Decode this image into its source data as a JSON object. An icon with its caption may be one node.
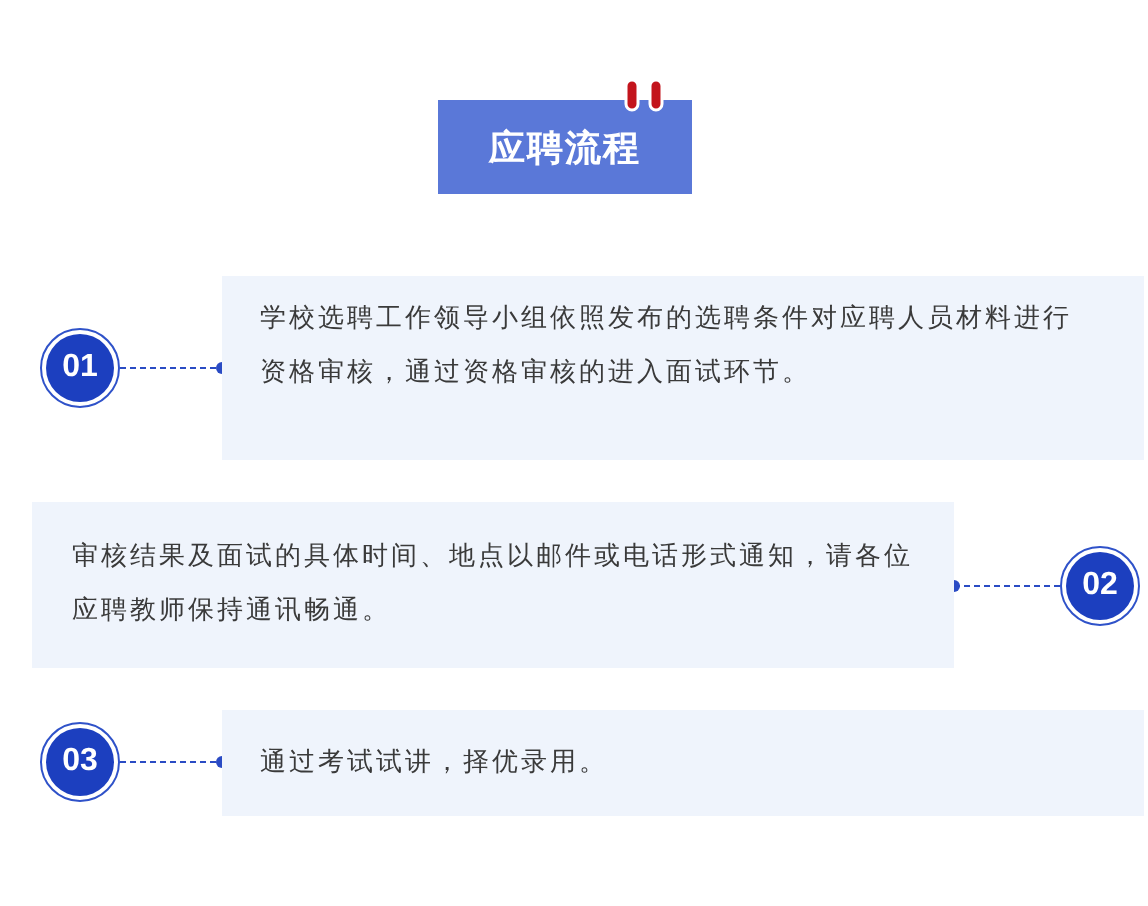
{
  "diagram": {
    "title": "应聘流程",
    "nodes": [
      {
        "text": [
          "01"
        ]
      },
      {
        "text": [
          "学校选聘工作领导小组依照发布的选聘条件对应聘人员材料进行资格审核，通过资格审核的进入面试环节。"
        ]
      },
      {
        "text": [
          "审核结果及面试的具体时间、地点以邮件或电话形式通知，请各位应聘教师保持通讯畅通。"
        ]
      },
      {
        "text": [
          "02"
        ]
      },
      {
        "text": [
          "03"
        ]
      },
      {
        "text": [
          "通过考试试讲，择优录用。"
        ]
      }
    ],
    "edges": [
      {
        "from": 0,
        "to": 1,
        "arrow": "other",
        "style": "dashed"
      },
      {
        "from": 3,
        "to": 2,
        "arrow": "other",
        "style": "dashed"
      },
      {
        "from": 4,
        "to": 5,
        "arrow": "other",
        "style": "dashed"
      }
    ]
  }
}
